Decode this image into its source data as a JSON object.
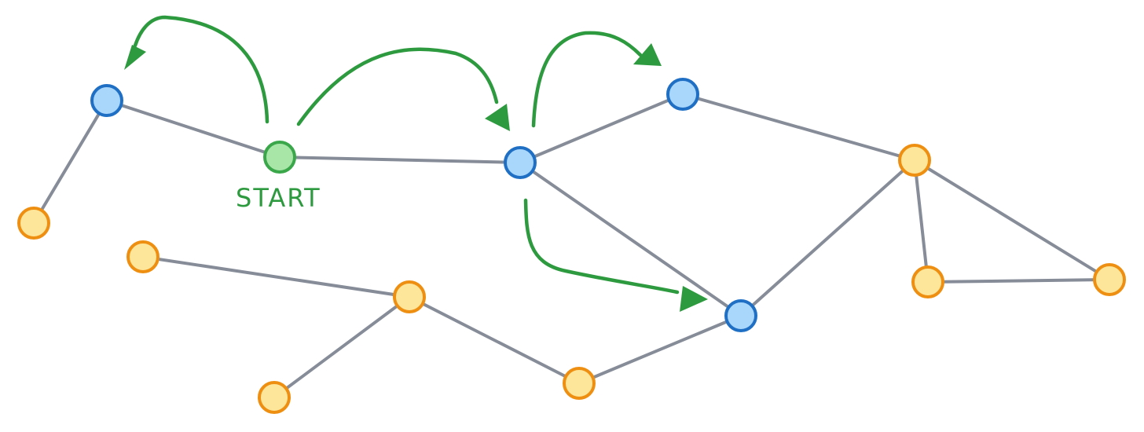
{
  "diagram": {
    "start_label": "START",
    "colors": {
      "edge": "#868c98",
      "arrow": "#2e9a3f",
      "start_fill": "#a8e6a8",
      "start_stroke": "#3aa84a",
      "visited_fill": "#a9d6fb",
      "visited_stroke": "#1f6fc5",
      "unvisited_fill": "#fde69a",
      "unvisited_stroke": "#ee8f12"
    },
    "node_states": {
      "start": "start",
      "a": "visited",
      "b": "visited",
      "c": "visited",
      "d": "visited",
      "e": "unvisited",
      "f": "unvisited",
      "g": "unvisited",
      "h": "unvisited",
      "i": "unvisited",
      "j": "unvisited",
      "k": "unvisited",
      "l": "unvisited"
    },
    "edges": [
      [
        "start",
        "a"
      ],
      [
        "start",
        "b"
      ],
      [
        "a",
        "e"
      ],
      [
        "b",
        "c"
      ],
      [
        "b",
        "d"
      ],
      [
        "c",
        "f"
      ],
      [
        "f",
        "d"
      ],
      [
        "f",
        "g"
      ],
      [
        "f",
        "h"
      ],
      [
        "g",
        "h"
      ],
      [
        "d",
        "i"
      ],
      [
        "i",
        "j"
      ],
      [
        "j",
        "k"
      ],
      [
        "j",
        "l"
      ]
    ],
    "traversal_arrows": [
      [
        "start",
        "a"
      ],
      [
        "start",
        "b"
      ],
      [
        "b",
        "c"
      ],
      [
        "b",
        "d"
      ]
    ]
  }
}
